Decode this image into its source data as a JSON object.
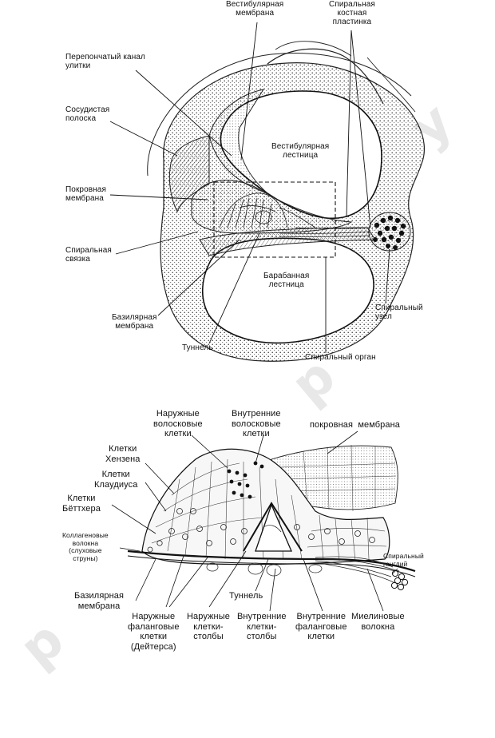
{
  "watermark": [
    "р",
    "о",
    "р",
    "у"
  ],
  "figure1": {
    "labels": {
      "vestibular_membrane": "Вестибулярная\nмембрана",
      "spiral_bony_lamina": "Спиральная\nкостная\nпластинка",
      "cochlear_duct": "Перепончатый канал\nулитки",
      "stria_vascularis": "Сосудистая\nполоска",
      "tectorial_membrane": "Покровная\nмембрана",
      "spiral_ligament": "Спиральная\nсвязка",
      "basilar_membrane": "Базилярная\nмембрана",
      "tunnel": "Туннель",
      "scala_vestibuli": "Вестибулярная\nлестница",
      "scala_tympani": "Барабанная\nлестница",
      "spiral_ganglion": "Спиральный\nузел",
      "organ_of_corti": "Спиральный орган"
    }
  },
  "figure2": {
    "labels": {
      "outer_hair_cells": "Наружные\nволосковые\nклетки",
      "inner_hair_cells": "Внутренние\nволосковые\nклетки",
      "tectorial_membrane": "покровная  мембрана",
      "hensen_cells": "Клетки\nХензена",
      "claudius_cells": "Клетки\nКлаудиуса",
      "boettcher_cells": "Клетки\nБёттхера",
      "collagen_fibers": "Коллагеновые\nволокна\n(слуховые\nструны)",
      "spiral_ganglion": "Спиральный\nганглий",
      "basilar_membrane": "Базилярная\nмембрана",
      "tunnel": "Туннель",
      "outer_phalangeal": "Наружные\nфаланговые\nклетки\n(Дейтерса)",
      "outer_pillar": "Наружные\nклетки-\nстолбы",
      "inner_pillar": "Внутренние\nклетки-\nстолбы",
      "inner_phalangeal": "Внутренние\nфаланговые\nклетки",
      "myelinated_fibers": "Миелиновые\nволокна"
    }
  }
}
